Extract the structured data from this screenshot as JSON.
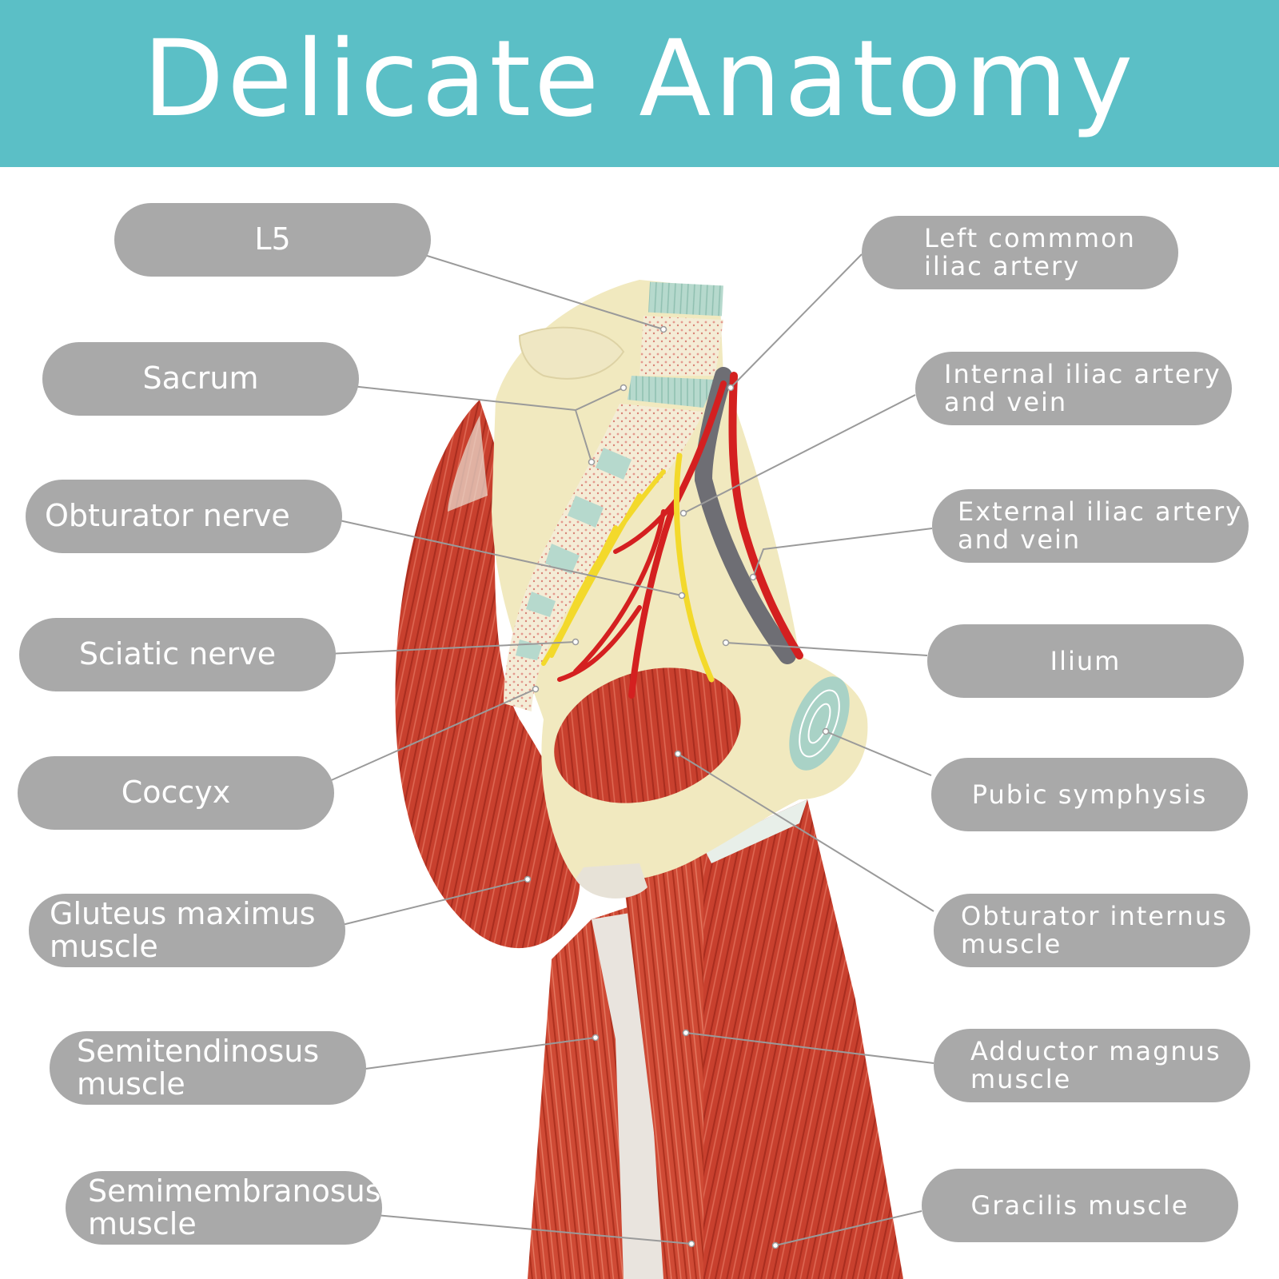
{
  "header": {
    "title": "Delicate Anatomy"
  },
  "colors": {
    "header_bg": "#5bbfc6",
    "label_bg": "#a9a9a9",
    "label_text": "#ffffff",
    "leader_line": "#9a9a9a",
    "muscle": "#c8402e",
    "bone": "#f1e9bf",
    "cartilage": "#a9d2c6",
    "nerve": "#f3d92b",
    "artery": "#d42020",
    "vein": "#6e6e74"
  },
  "labels": {
    "left": [
      {
        "id": "l5",
        "text": "L5"
      },
      {
        "id": "sacrum",
        "text": "Sacrum"
      },
      {
        "id": "obturator_nerve",
        "text": "Obturator nerve"
      },
      {
        "id": "sciatic_nerve",
        "text": "Sciatic nerve"
      },
      {
        "id": "coccyx",
        "text": "Coccyx"
      },
      {
        "id": "gluteus_maximus",
        "text": "Gluteus maximus\nmuscle"
      },
      {
        "id": "semitendinosus",
        "text": "Semitendinosus\nmuscle"
      },
      {
        "id": "semimembranosus",
        "text": "Semimembranosus\nmuscle"
      }
    ],
    "right": [
      {
        "id": "left_common_iliac",
        "text": "Left commmon\niliac artery"
      },
      {
        "id": "internal_iliac",
        "text": "Internal iliac artery\nand vein"
      },
      {
        "id": "external_iliac",
        "text": "External iliac artery\nand vein"
      },
      {
        "id": "ilium",
        "text": "Ilium"
      },
      {
        "id": "pubic_symphysis",
        "text": "Pubic symphysis"
      },
      {
        "id": "obturator_internus",
        "text": "Obturator internus\nmuscle"
      },
      {
        "id": "adductor_magnus",
        "text": "Adductor magnus\nmuscle"
      },
      {
        "id": "gracilis",
        "text": "Gracilis muscle"
      }
    ]
  }
}
